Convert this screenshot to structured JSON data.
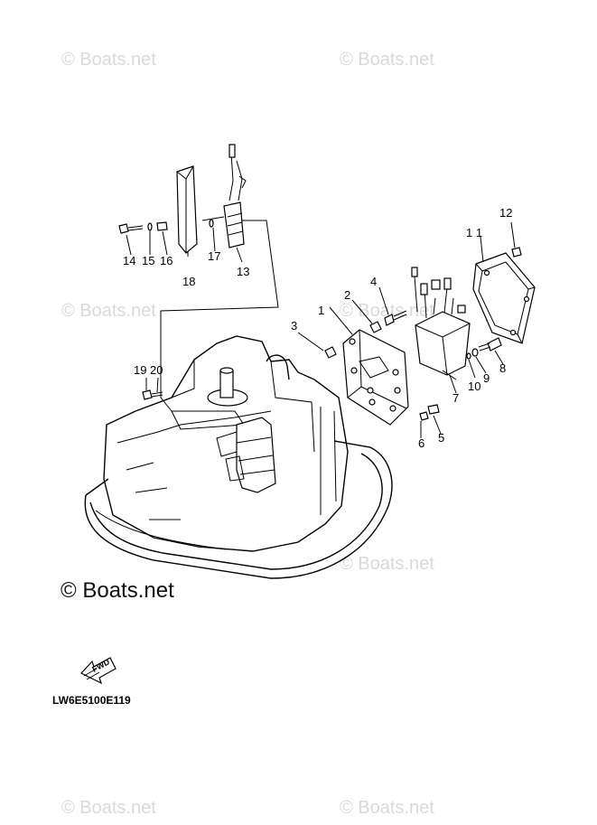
{
  "watermarks": {
    "faint": "© Boats.net",
    "main": "© Boats.net"
  },
  "callouts": {
    "c1": "1",
    "c2": "2",
    "c3": "3",
    "c4": "4",
    "c5": "5",
    "c6": "6",
    "c7": "7",
    "c8": "8",
    "c9": "9",
    "c10": "10",
    "c11": "1 1",
    "c12": "12",
    "c13": "13",
    "c14": "14",
    "c15": "15",
    "c16": "16",
    "c17": "17",
    "c18": "18",
    "c19": "19",
    "c20": "20"
  },
  "fwd_label": "FWD",
  "drawing_code": "LW6E5100E119"
}
